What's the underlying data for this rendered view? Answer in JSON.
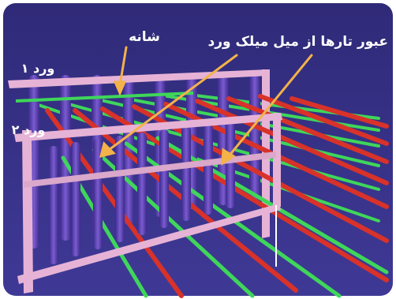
{
  "labels": {
    "comb": "شانه",
    "passage": "عبور تارها از میل میلک ورد",
    "heddle1": "ورد ۱",
    "heddle2": "ورد ۲"
  },
  "colors": {
    "background": "#3b3488",
    "frame": "#e6b3d6",
    "heddle_bar": "#5c3fb0",
    "green_warp": "#3fd65a",
    "red_warp": "#d8322a",
    "arrow": "#f3b24a",
    "label_text": "#ffffff"
  }
}
